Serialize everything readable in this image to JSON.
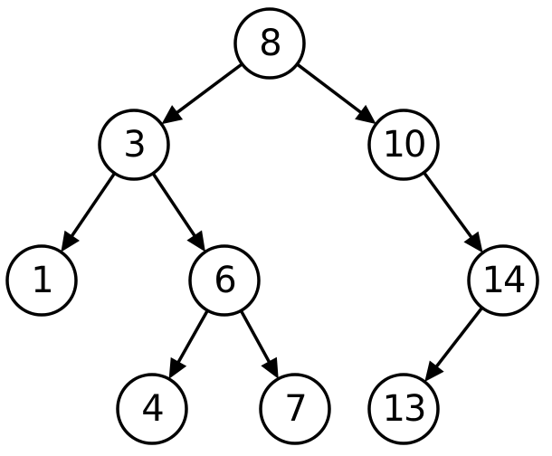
{
  "tree": {
    "nodes": [
      {
        "id": "8",
        "label": "8"
      },
      {
        "id": "3",
        "label": "3"
      },
      {
        "id": "10",
        "label": "10"
      },
      {
        "id": "1",
        "label": "1"
      },
      {
        "id": "6",
        "label": "6"
      },
      {
        "id": "14",
        "label": "14"
      },
      {
        "id": "4",
        "label": "4"
      },
      {
        "id": "7",
        "label": "7"
      },
      {
        "id": "13",
        "label": "13"
      }
    ],
    "edges": [
      {
        "from": "8",
        "to": "3"
      },
      {
        "from": "8",
        "to": "10"
      },
      {
        "from": "3",
        "to": "1"
      },
      {
        "from": "3",
        "to": "6"
      },
      {
        "from": "10",
        "to": "14"
      },
      {
        "from": "6",
        "to": "4"
      },
      {
        "from": "6",
        "to": "7"
      },
      {
        "from": "14",
        "to": "13"
      }
    ],
    "colors": {
      "stroke": "#000000",
      "node_fill": "#ffffff",
      "background": "#ffffff"
    }
  }
}
